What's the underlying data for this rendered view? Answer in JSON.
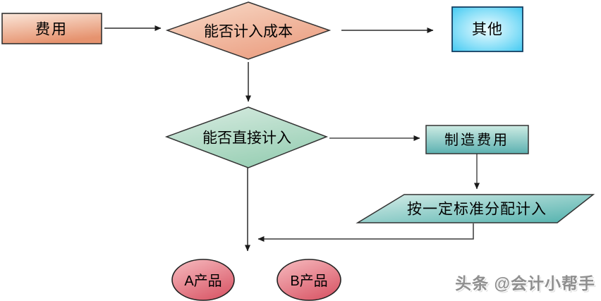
{
  "diagram": {
    "type": "flowchart",
    "background": "#ffffff",
    "nodes": {
      "expense": {
        "label": "费用",
        "shape": "rectangle",
        "fill_light": "#fbe7da",
        "fill_dark": "#e6936f",
        "border": "#333333"
      },
      "can_include_cost": {
        "label": "能否计入成本",
        "shape": "diamond",
        "fill_light": "#f8dcca",
        "fill_dark": "#eb9e81",
        "border": "#333333"
      },
      "other": {
        "label": "其他",
        "shape": "rectangle",
        "fill_center": "#effcff",
        "fill_edge": "#38c6f1",
        "border": "#123f63"
      },
      "can_direct_include": {
        "label": "能否直接计入",
        "shape": "diamond",
        "fill_light": "#d9ece2",
        "fill_dark": "#9bd0b6",
        "border": "#333333"
      },
      "manufacturing_expense": {
        "label": "制造费用",
        "shape": "rectangle",
        "fill_light": "#cdebe3",
        "fill_dark": "#5cb1b1",
        "border": "#333333"
      },
      "allocate_by_standard": {
        "label": "按一定标准分配计入",
        "shape": "parallelogram",
        "fill_light": "#d9eee9",
        "fill_dark": "#4fb0ac",
        "border": "#333333"
      },
      "product_a": {
        "label": "A产品",
        "shape": "ellipse",
        "fill_light": "#f7bcc0",
        "fill_dark": "#db5f6e",
        "border": "#222222"
      },
      "product_b": {
        "label": "B产品",
        "shape": "ellipse",
        "fill_light": "#f7bcc0",
        "fill_dark": "#db5f6e",
        "border": "#222222"
      }
    },
    "edges": [
      {
        "from": "expense",
        "to": "can_include_cost"
      },
      {
        "from": "can_include_cost",
        "to": "other"
      },
      {
        "from": "can_include_cost",
        "to": "can_direct_include"
      },
      {
        "from": "can_direct_include",
        "to": "manufacturing_expense"
      },
      {
        "from": "manufacturing_expense",
        "to": "allocate_by_standard"
      },
      {
        "from": "can_direct_include",
        "to": "products"
      },
      {
        "from": "allocate_by_standard",
        "to": "products"
      }
    ],
    "arrow_color": "#2b2b2b"
  },
  "watermark": {
    "text": "头条 @会计小帮手",
    "color": "#8f8f8f"
  }
}
